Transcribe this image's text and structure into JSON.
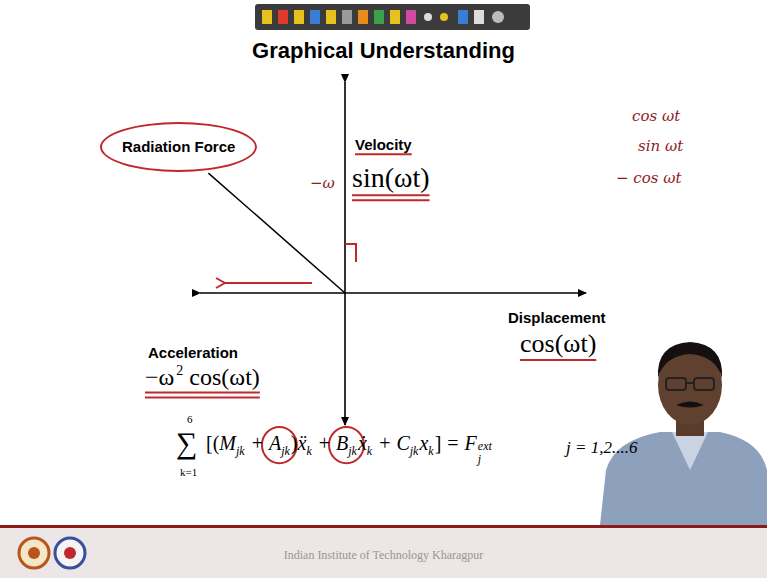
{
  "diagram": {
    "title": "Graphical Understanding",
    "nodes": [
      {
        "text": [
          "Radiation Force"
        ]
      }
    ],
    "labels": [
      "Velocity",
      "sin(ωt)",
      "−ω",
      "Displacement",
      "cos(ωt)",
      "Acceleration",
      "−ω",
      "2",
      "cos(ωt)",
      "cos ωt",
      "sin ωt",
      "− cos ωt",
      "∑",
      "6",
      "k=1",
      "[(",
      "M",
      "jk",
      "+",
      "A",
      "jk",
      ")",
      "ẍ",
      "k",
      "+",
      "B",
      "jk",
      "ẋ",
      "k",
      "+",
      "C",
      "jk",
      "x",
      "k",
      "]",
      "=",
      "F",
      "ext",
      "j",
      "j = 1,2....6",
      "Indian Institute of Technology Kharagpur"
    ]
  }
}
